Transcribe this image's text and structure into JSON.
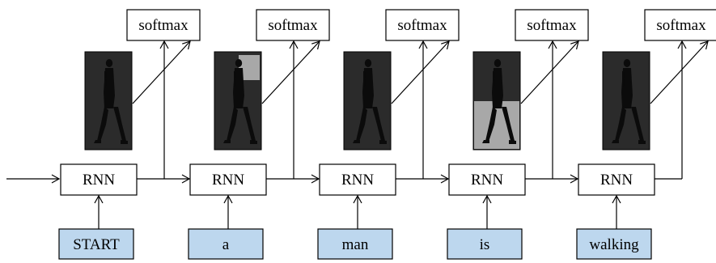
{
  "steps": [
    {
      "output": "softmax",
      "cell": "RNN",
      "input": "START",
      "attention": "none"
    },
    {
      "output": "softmax",
      "cell": "RNN",
      "input": "a",
      "attention": "head"
    },
    {
      "output": "softmax",
      "cell": "RNN",
      "input": "man",
      "attention": "none"
    },
    {
      "output": "softmax",
      "cell": "RNN",
      "input": "is",
      "attention": "legs"
    },
    {
      "output": "softmax",
      "cell": "RNN",
      "input": "walking",
      "attention": "none"
    }
  ],
  "colors": {
    "input_fill": "#bdd7ee",
    "image_dark": "#2b2b2b",
    "highlight": "#a8a8a8",
    "figure": "#0b0b0b"
  },
  "icons": {
    "image": "walking-man-image"
  }
}
